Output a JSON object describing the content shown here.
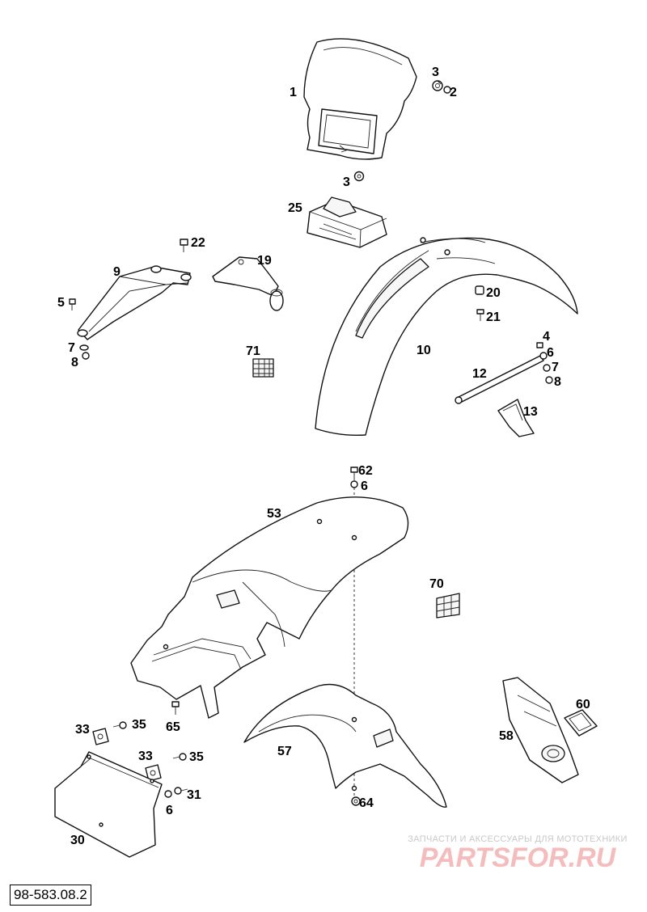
{
  "diagram_code": "98-583.08.2",
  "watermark": {
    "subtitle": "ЗАПЧАСТИ И АКСЕССУАРЫ ДЛЯ МОТОТЕХНИКИ",
    "brand": "PARTSFOR.RU",
    "brand_color": "#e04040"
  },
  "callouts": {
    "c1": "1",
    "c2": "2",
    "c3a": "3",
    "c3b": "3",
    "c4": "4",
    "c5": "5",
    "c6a": "6",
    "c6b": "6",
    "c6c": "6",
    "c7a": "7",
    "c7b": "7",
    "c8a": "8",
    "c8b": "8",
    "c9": "9",
    "c10": "10",
    "c12": "12",
    "c13": "13",
    "c19": "19",
    "c20": "20",
    "c21": "21",
    "c22": "22",
    "c25": "25",
    "c30": "30",
    "c31": "31",
    "c33a": "33",
    "c33b": "33",
    "c35a": "35",
    "c35b": "35",
    "c53": "53",
    "c57": "57",
    "c58": "58",
    "c60": "60",
    "c62": "62",
    "c64": "64",
    "c65": "65",
    "c70": "70",
    "c71": "71"
  }
}
